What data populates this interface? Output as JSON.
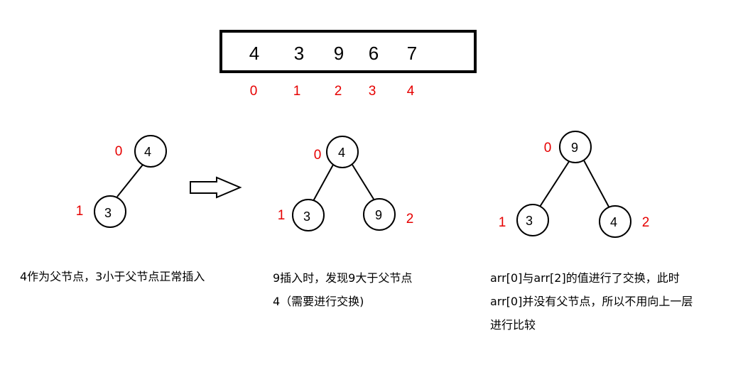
{
  "array": {
    "values": [
      "4",
      "3",
      "9",
      "6",
      "7"
    ],
    "indices": [
      "0",
      "1",
      "2",
      "3",
      "4"
    ]
  },
  "step1": {
    "nodes": [
      {
        "index": "0",
        "value": "4"
      },
      {
        "index": "1",
        "value": "3"
      }
    ],
    "caption": [
      "4作为父节点，3小于父节点正常插入"
    ]
  },
  "step2": {
    "nodes": [
      {
        "index": "0",
        "value": "4"
      },
      {
        "index": "1",
        "value": "3"
      },
      {
        "index": "2",
        "value": "9"
      }
    ],
    "caption": [
      "9插入时，发现9大于父节点",
      "4（需要进行交换)"
    ]
  },
  "step3": {
    "nodes": [
      {
        "index": "0",
        "value": "9"
      },
      {
        "index": "1",
        "value": "3"
      },
      {
        "index": "2",
        "value": "4"
      }
    ],
    "caption": [
      "arr[0]与arr[2]的值进行了交换，此时",
      "arr[0]并没有父节点，所以不用向上一层",
      "进行比较"
    ]
  },
  "colors": {
    "index": "#e60000",
    "stroke": "#000000"
  }
}
